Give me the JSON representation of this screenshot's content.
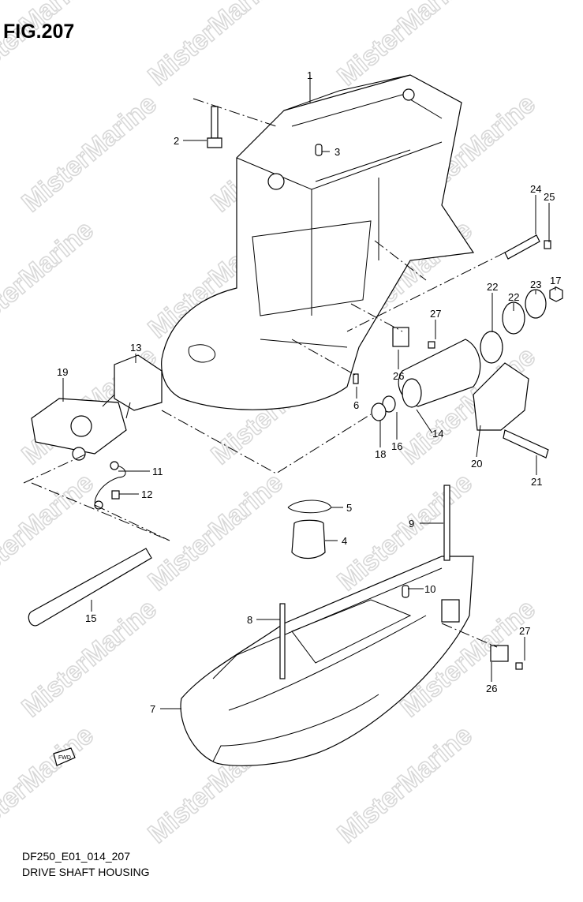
{
  "figure_title": "FIG.207",
  "diagram_code": "DF250_E01_014_207",
  "diagram_name": "DRIVE SHAFT HOUSING",
  "watermark": "MisterMarine",
  "fwd_label": "FWD",
  "callouts": [
    "1",
    "2",
    "3",
    "4",
    "5",
    "6",
    "7",
    "8",
    "9",
    "10",
    "11",
    "12",
    "13",
    "14",
    "15",
    "16",
    "17",
    "18",
    "19",
    "20",
    "21",
    "22",
    "22",
    "23",
    "24",
    "25",
    "26",
    "26",
    "27",
    "27"
  ]
}
